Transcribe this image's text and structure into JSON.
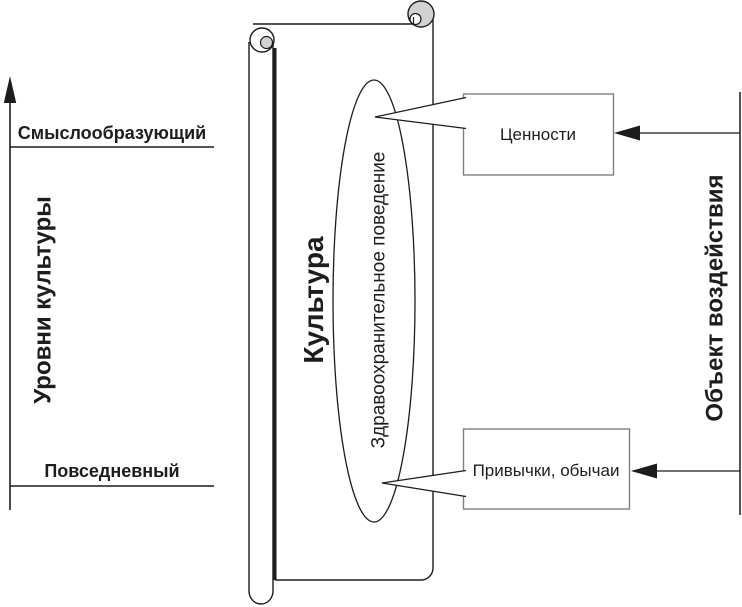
{
  "figure": {
    "left_axis": {
      "title": "Уровни культуры",
      "levels": [
        {
          "label": "Смыслообразующий"
        },
        {
          "label": "Повседневный"
        }
      ]
    },
    "culture_scroll": {
      "title": "Культура",
      "behavior_label": "Здравоохранительное поведение"
    },
    "impact": {
      "title": "Объект воздействия",
      "boxes": [
        {
          "label": "Ценности"
        },
        {
          "label": "Привычки, обычаи"
        }
      ]
    },
    "colors": {
      "ink": "#1c1c1c",
      "scroll_roll_fill": "#d2d2d2",
      "box_border": "#7f7f7f",
      "background": "#ffffff"
    }
  }
}
